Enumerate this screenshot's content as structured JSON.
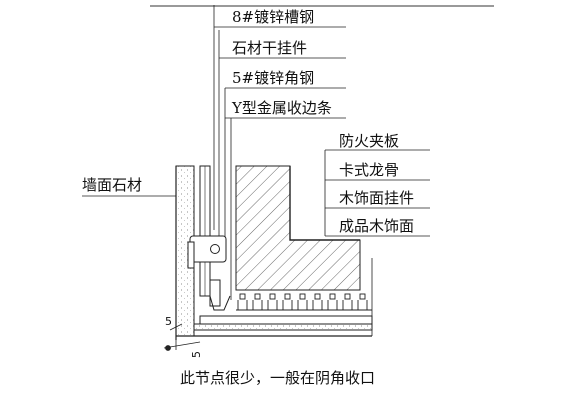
{
  "labels_top": [
    "8#镀锌槽钢",
    "石材干挂件",
    "5#镀锌角钢",
    "Y型金属收边条"
  ],
  "labels_right": [
    "防火夹板",
    "卡式龙骨",
    "木饰面挂件",
    "成品木饰面"
  ],
  "label_left": "墙面石材",
  "dimensions": [
    "5",
    "5"
  ],
  "caption": "此节点很少，一般在阴角收口"
}
